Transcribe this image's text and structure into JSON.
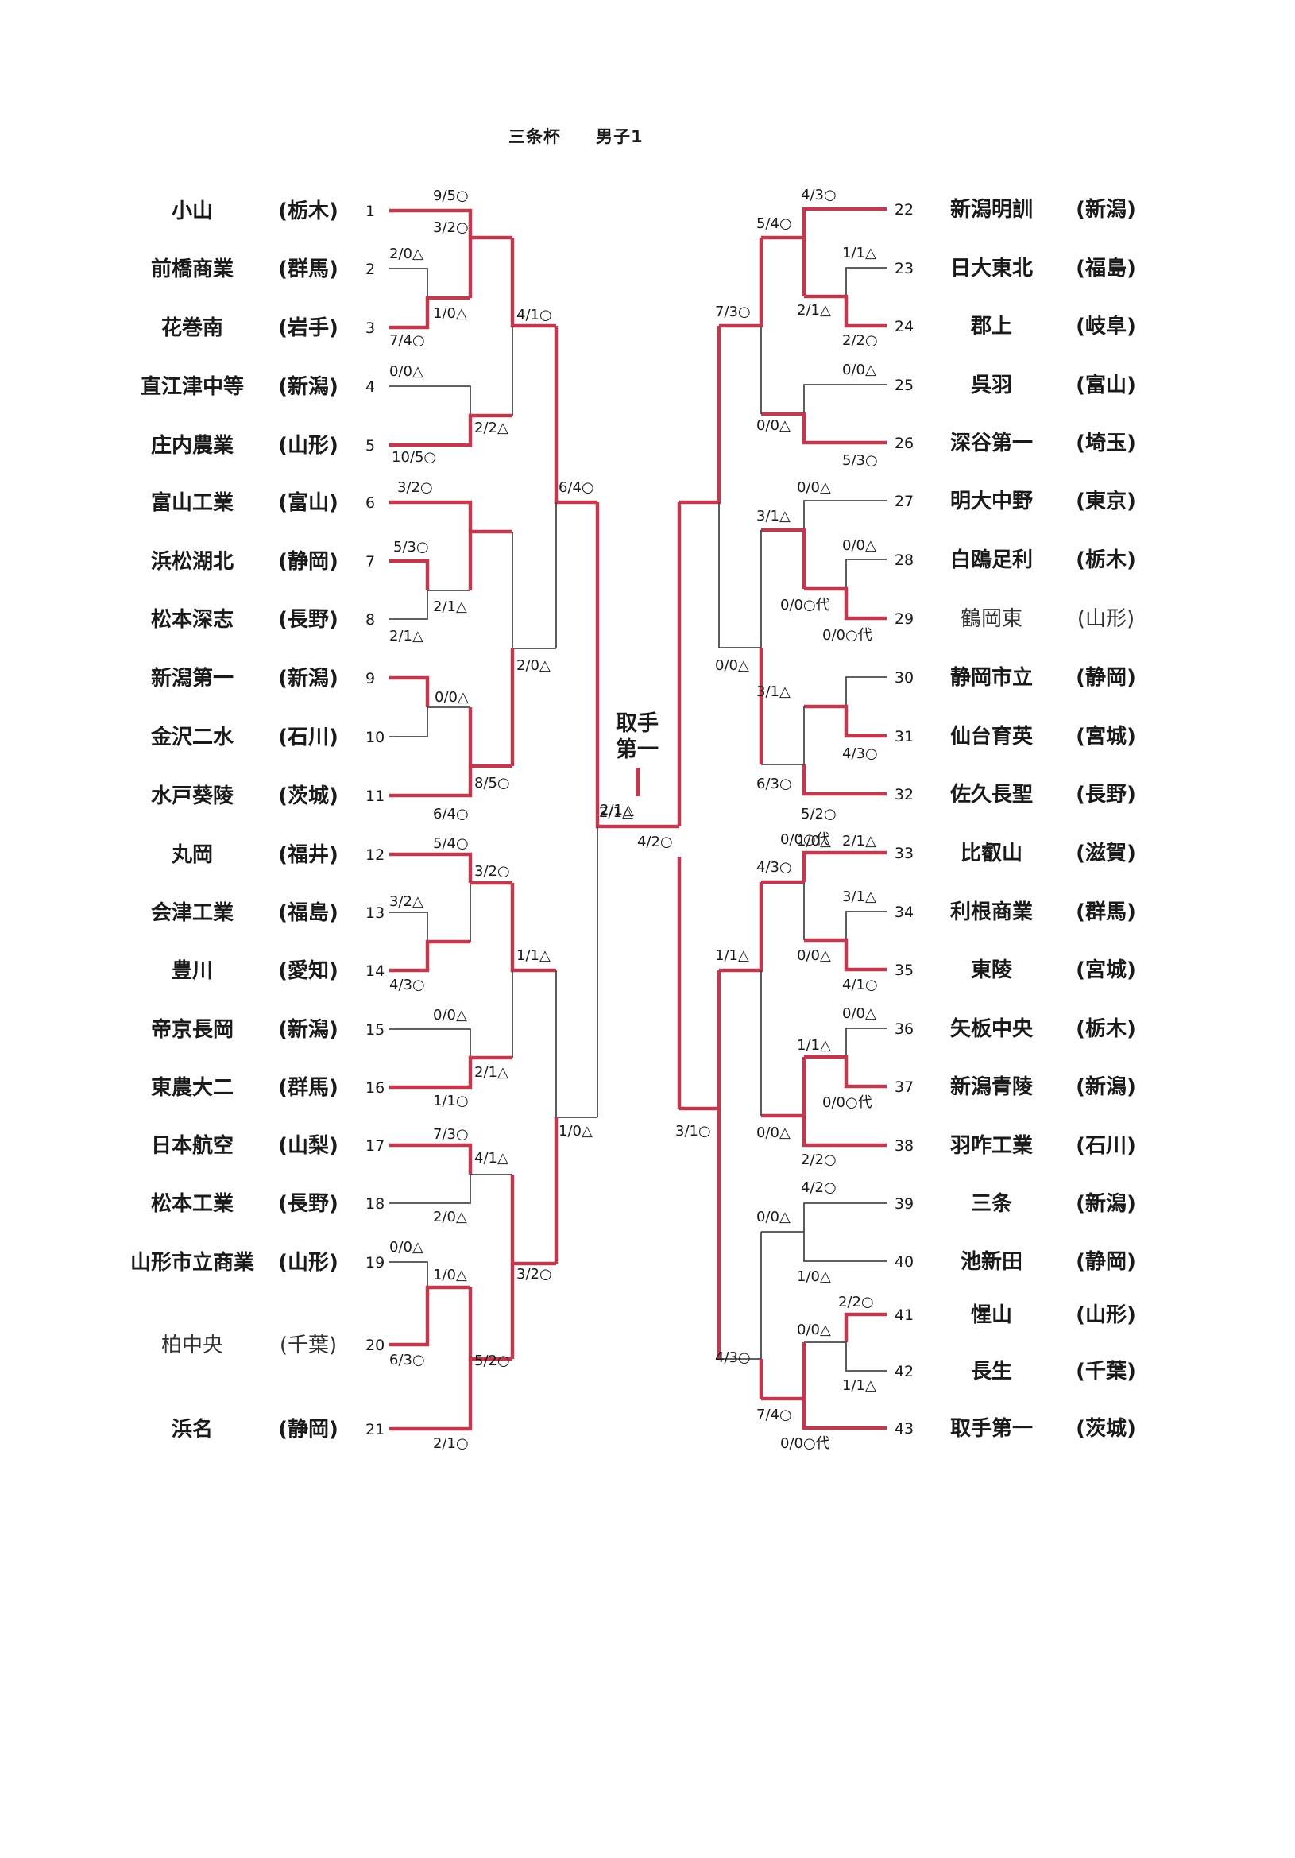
{
  "title": "三条杯　　男子1",
  "champion": {
    "line1": "取手",
    "line2": "第一"
  },
  "colors": {
    "win": "#c0394f",
    "lose": "#4a4a4a"
  },
  "left": {
    "teams": [
      {
        "seed": "1",
        "name": "小山",
        "pref": "(栃木)"
      },
      {
        "seed": "2",
        "name": "前橋商業",
        "pref": "(群馬)"
      },
      {
        "seed": "3",
        "name": "花巻南",
        "pref": "(岩手)"
      },
      {
        "seed": "4",
        "name": "直江津中等",
        "pref": "(新潟)"
      },
      {
        "seed": "5",
        "name": "庄内農業",
        "pref": "(山形)"
      },
      {
        "seed": "6",
        "name": "富山工業",
        "pref": "(富山)"
      },
      {
        "seed": "7",
        "name": "浜松湖北",
        "pref": "(静岡)"
      },
      {
        "seed": "8",
        "name": "松本深志",
        "pref": "(長野)"
      },
      {
        "seed": "9",
        "name": "新潟第一",
        "pref": "(新潟)"
      },
      {
        "seed": "10",
        "name": "金沢二水",
        "pref": "(石川)"
      },
      {
        "seed": "11",
        "name": "水戸葵陵",
        "pref": "(茨城)"
      },
      {
        "seed": "12",
        "name": "丸岡",
        "pref": "(福井)"
      },
      {
        "seed": "13",
        "name": "会津工業",
        "pref": "(福島)"
      },
      {
        "seed": "14",
        "name": "豊川",
        "pref": "(愛知)"
      },
      {
        "seed": "15",
        "name": "帝京長岡",
        "pref": "(新潟)"
      },
      {
        "seed": "16",
        "name": "東農大二",
        "pref": "(群馬)"
      },
      {
        "seed": "17",
        "name": "日本航空",
        "pref": "(山梨)"
      },
      {
        "seed": "18",
        "name": "松本工業",
        "pref": "(長野)"
      },
      {
        "seed": "19",
        "name": "山形市立商業",
        "pref": "(山形)"
      },
      {
        "seed": "20",
        "name": "柏中央",
        "pref": "(千葉)"
      },
      {
        "seed": "21",
        "name": "浜名",
        "pref": "(静岡)"
      }
    ],
    "scores": [
      "9/5○",
      "2/0△",
      "1/0△",
      "7/4○",
      "0/0△",
      "10/5○",
      "3/2○",
      "2/2△",
      "4/1○",
      "3/2○",
      "5/3○",
      "2/1△",
      "2/1△",
      "0/0△",
      "8/5○",
      "6/4○",
      "2/0△",
      "6/4○",
      "5/4○",
      "3/2△",
      "4/3○",
      "3/2○",
      "0/0△",
      "1/1○",
      "2/1△",
      "1/1△",
      "7/3○",
      "2/0△",
      "4/1△",
      "0/0△",
      "1/0△",
      "6/3○",
      "2/1○",
      "5/2○",
      "3/2○",
      "1/0△",
      "2/1△"
    ]
  },
  "right": {
    "teams": [
      {
        "seed": "22",
        "name": "新潟明訓",
        "pref": "(新潟)"
      },
      {
        "seed": "23",
        "name": "日大東北",
        "pref": "(福島)"
      },
      {
        "seed": "24",
        "name": "郡上",
        "pref": "(岐阜)"
      },
      {
        "seed": "25",
        "name": "呉羽",
        "pref": "(富山)"
      },
      {
        "seed": "26",
        "name": "深谷第一",
        "pref": "(埼玉)"
      },
      {
        "seed": "27",
        "name": "明大中野",
        "pref": "(東京)"
      },
      {
        "seed": "28",
        "name": "白鴎足利",
        "pref": "(栃木)"
      },
      {
        "seed": "29",
        "name": "鶴岡東",
        "pref": "(山形)"
      },
      {
        "seed": "30",
        "name": "静岡市立",
        "pref": "(静岡)"
      },
      {
        "seed": "31",
        "name": "仙台育英",
        "pref": "(宮城)"
      },
      {
        "seed": "32",
        "name": "佐久長聖",
        "pref": "(長野)"
      },
      {
        "seed": "33",
        "name": "比叡山",
        "pref": "(滋賀)"
      },
      {
        "seed": "34",
        "name": "利根商業",
        "pref": "(群馬)"
      },
      {
        "seed": "35",
        "name": "東陵",
        "pref": "(宮城)"
      },
      {
        "seed": "36",
        "name": "矢板中央",
        "pref": "(栃木)"
      },
      {
        "seed": "37",
        "name": "新潟青陵",
        "pref": "(新潟)"
      },
      {
        "seed": "38",
        "name": "羽咋工業",
        "pref": "(石川)"
      },
      {
        "seed": "39",
        "name": "三条",
        "pref": "(新潟)"
      },
      {
        "seed": "40",
        "name": "池新田",
        "pref": "(静岡)"
      },
      {
        "seed": "41",
        "name": "惺山",
        "pref": "(山形)"
      },
      {
        "seed": "42",
        "name": "長生",
        "pref": "(千葉)"
      },
      {
        "seed": "43",
        "name": "取手第一",
        "pref": "(茨城)"
      }
    ],
    "scores": [
      "4/3○",
      "5/4○",
      "1/1△",
      "2/1△",
      "2/2○",
      "7/3○",
      "0/0△",
      "0/0△",
      "5/3○",
      "0/0△",
      "3/1△",
      "0/0△",
      "0/0○代",
      "0/0○代",
      "0/0△",
      "3/1△",
      "4/3○",
      "6/3○",
      "5/2○",
      "1/0△",
      "2/1△",
      "0/0○代",
      "4/3○",
      "3/1△",
      "0/0△",
      "4/1○",
      "1/1△",
      "0/0△",
      "1/1△",
      "0/0○代",
      "0/0△",
      "2/2○",
      "4/2○",
      "0/0△",
      "1/0△",
      "2/2○",
      "0/0△",
      "1/1△",
      "7/4○",
      "0/0○代",
      "4/3○",
      "3/1○"
    ]
  },
  "final": {
    "left_score": "2/1△",
    "right_score": "4/2○"
  }
}
